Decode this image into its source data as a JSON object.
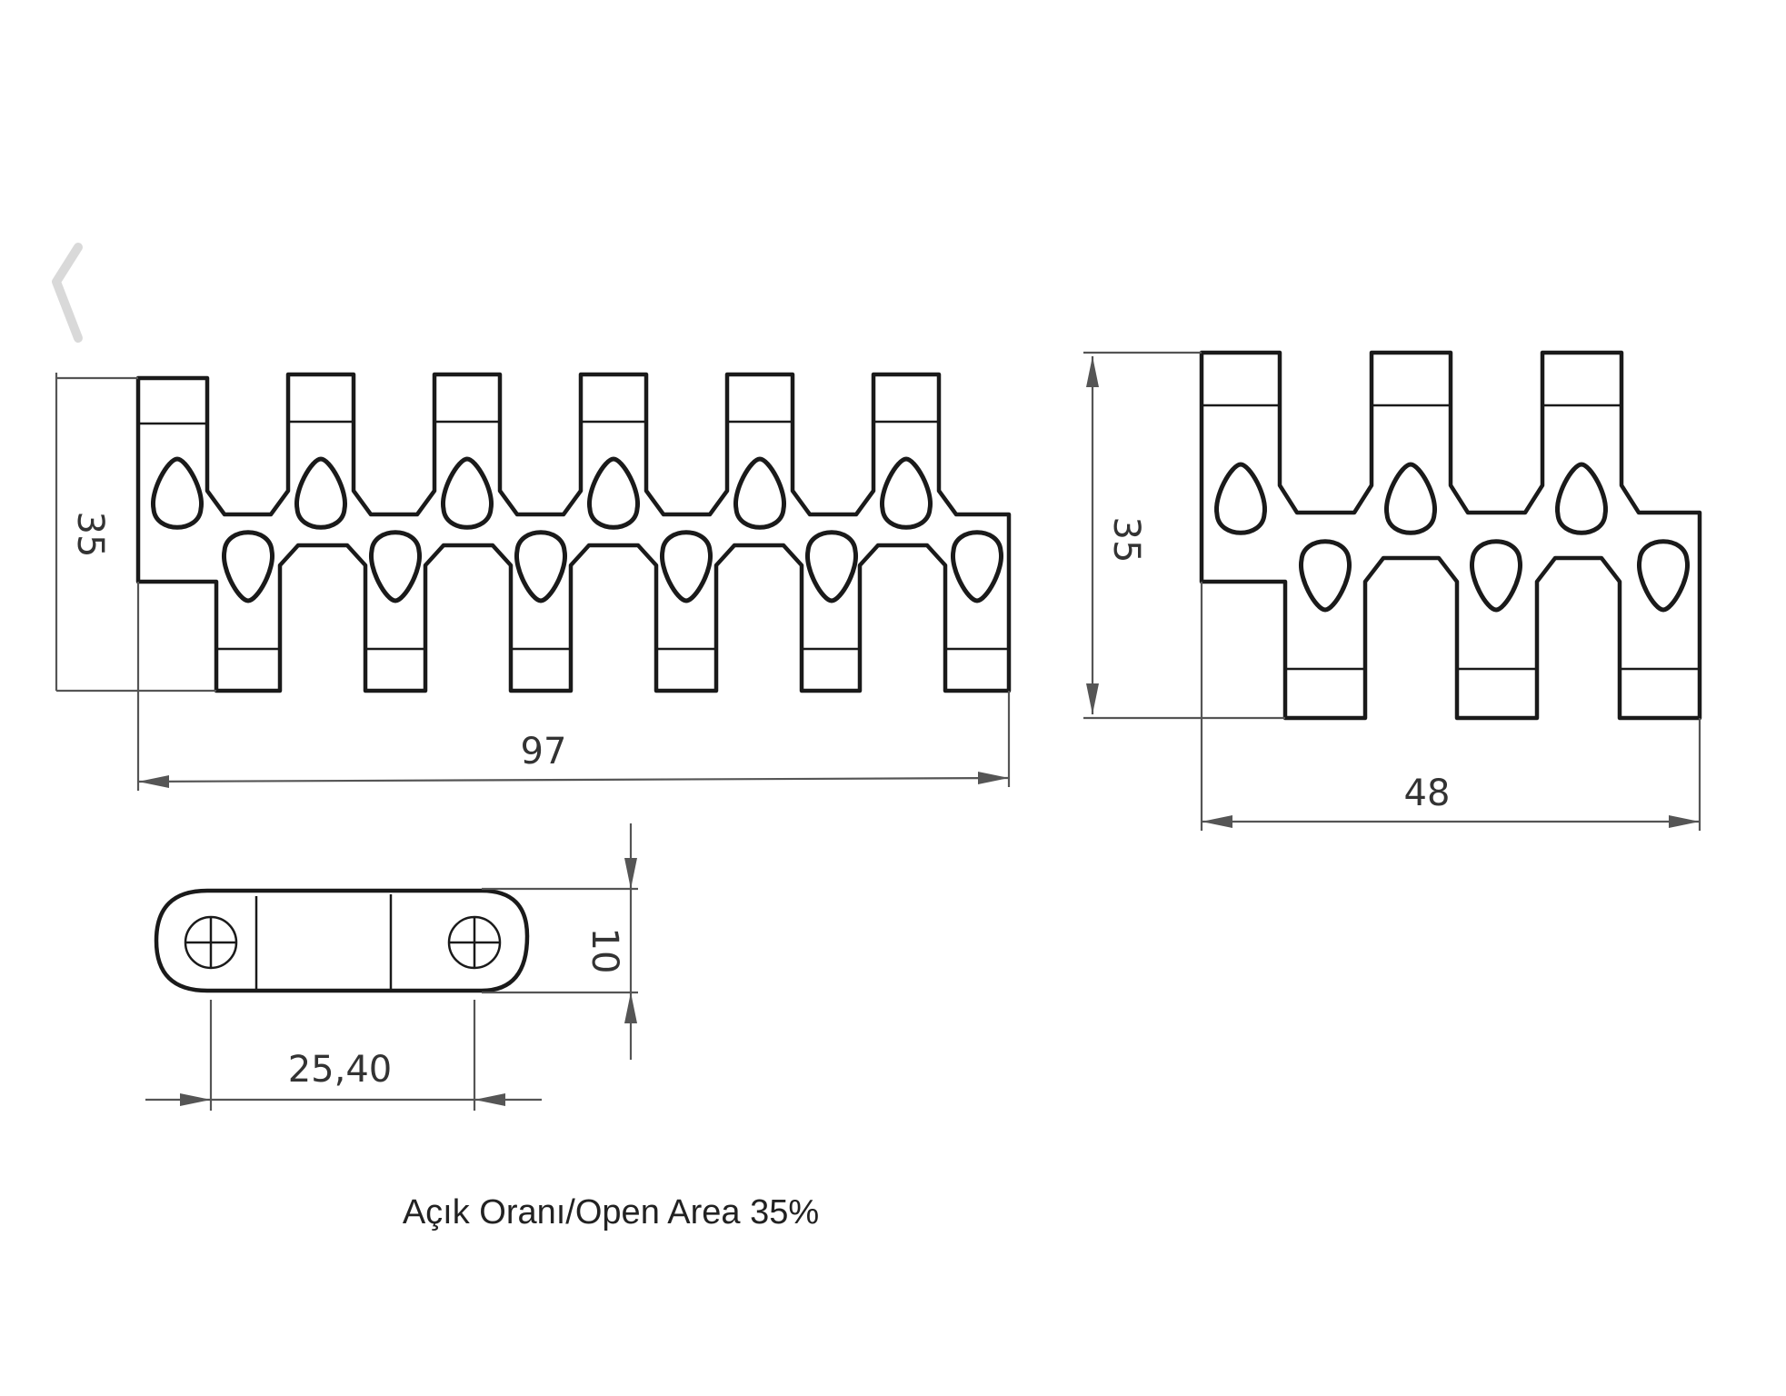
{
  "dimensions": {
    "belt_long_height": "35",
    "belt_long_width": "97",
    "belt_short_height": "35",
    "belt_short_width": "48",
    "link_height": "10",
    "link_pitch": "25,40"
  },
  "caption": "Açık Oranı/Open Area 35%",
  "colors": {
    "outline": "#1a1a1a",
    "dimension_line": "#555555",
    "background": "#ffffff"
  }
}
